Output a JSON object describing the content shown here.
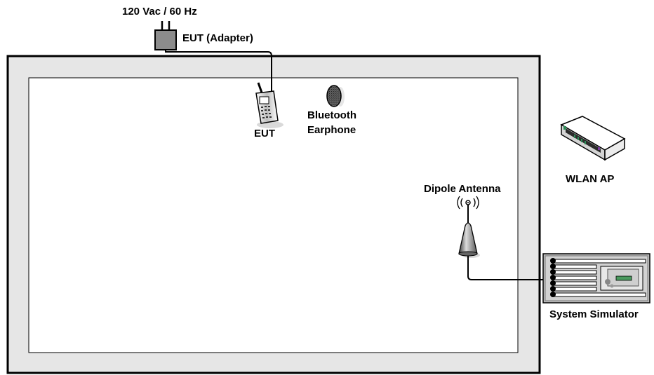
{
  "labels": {
    "power": "120 Vac / 60 Hz",
    "adapter": "EUT (Adapter)",
    "eut": "EUT",
    "earphone_line1": "Bluetooth",
    "earphone_line2": "Earphone",
    "wlan_ap": "WLAN AP",
    "dipole_antenna": "Dipole Antenna",
    "system_simulator": "System Simulator"
  },
  "icons": {
    "adapter": "power-adapter-icon",
    "eut": "mobile-phone-icon",
    "earphone": "bluetooth-earphone-icon",
    "wlan_ap": "wireless-router-icon",
    "antenna": "dipole-antenna-icon",
    "simulator": "rack-instrument-icon"
  },
  "colors": {
    "chamber_frame": "#e6e6e6",
    "stroke": "#000000",
    "router_led": "#2e8b57"
  }
}
